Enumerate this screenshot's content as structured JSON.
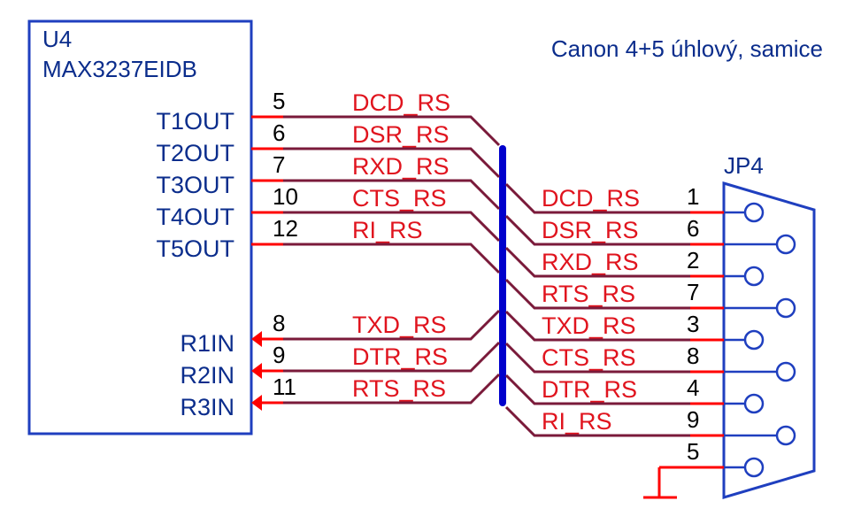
{
  "component": {
    "designator": "U4",
    "part": "MAX3237EIDB",
    "outputs": [
      {
        "pin": "T1OUT",
        "num": "5",
        "net": "DCD_RS"
      },
      {
        "pin": "T2OUT",
        "num": "6",
        "net": "DSR_RS"
      },
      {
        "pin": "T3OUT",
        "num": "7",
        "net": "RXD_RS"
      },
      {
        "pin": "T4OUT",
        "num": "10",
        "net": "CTS_RS"
      },
      {
        "pin": "T5OUT",
        "num": "12",
        "net": "RI_RS"
      }
    ],
    "inputs": [
      {
        "pin": "R1IN",
        "num": "8",
        "net": "TXD_RS"
      },
      {
        "pin": "R2IN",
        "num": "9",
        "net": "DTR_RS"
      },
      {
        "pin": "R3IN",
        "num": "11",
        "net": "RTS_RS"
      }
    ]
  },
  "connector": {
    "designator": "JP4",
    "title": "Canon 4+5 úhlový, samice",
    "pins": [
      {
        "net": "DCD_RS",
        "num": "1"
      },
      {
        "net": "DSR_RS",
        "num": "6"
      },
      {
        "net": "RXD_RS",
        "num": "2"
      },
      {
        "net": "RTS_RS",
        "num": "7"
      },
      {
        "net": "TXD_RS",
        "num": "3"
      },
      {
        "net": "CTS_RS",
        "num": "8"
      },
      {
        "net": "DTR_RS",
        "num": "4"
      },
      {
        "net": "RI_RS",
        "num": "9"
      },
      {
        "net": "",
        "num": "5"
      }
    ]
  },
  "colors": {
    "component_outline": "#1f3fbf",
    "bus": "#0000cc",
    "wire": "#7a1a3a",
    "pin_stub": "#ff0000",
    "net_label": "#e0141e",
    "pin_name": "#0b2d8c",
    "pin_number": "#000000",
    "ground": "#ff0000"
  }
}
